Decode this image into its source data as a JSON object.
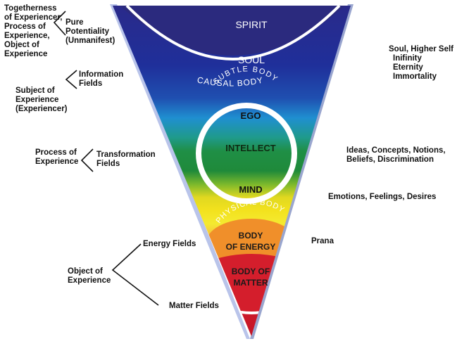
{
  "center_labels": {
    "spirit": "SPIRIT",
    "soul": "SOUL",
    "causal_body": "CAUSAL BODY",
    "subtle_body": "SUBTLE BODY",
    "ego": "EGO",
    "intellect": "INTELLECT",
    "mind": "MIND",
    "physical_body": "PHYSICAL BODY",
    "body_of_energy": [
      "BODY",
      "OF ENERGY"
    ],
    "body_of_matter": [
      "BODY OF",
      "MATTER"
    ]
  },
  "left_labels": {
    "togetherness": [
      "Togetherness",
      "of Experiencer,",
      "Process of",
      "Experience,",
      "Object of",
      "Experience"
    ],
    "pure_potentiality": [
      "Pure",
      "Potentiality",
      "(Unmanifest)"
    ],
    "information_fields": [
      "Information",
      "Fields"
    ],
    "subject_of_experience": [
      "Subject of",
      "Experience",
      "(Experiencer)"
    ],
    "process_of_experience": [
      "Process of",
      "Experience"
    ],
    "transformation_fields": [
      "Transformation",
      "Fields"
    ],
    "energy_fields": "Energy Fields",
    "object_of_experience": [
      "Object of",
      "Experience"
    ],
    "matter_fields": "Matter Fields"
  },
  "right_labels": {
    "soul_higher_self": [
      "Soul, Higher Self",
      "Inifinity",
      "Eternity",
      "Immortality"
    ],
    "ideas_concepts": [
      "Ideas, Concepts, Notions,",
      "Beliefs, Discrimination"
    ],
    "emotions": "Emotions, Feelings, Desires",
    "prana": "Prana"
  },
  "colors": {
    "band_navy": "#1f2f86",
    "band_blue": "#1f55b8",
    "band_sky": "#1f8fd0",
    "band_green": "#1f8f46",
    "band_yellow": "#f3e21e",
    "band_orange": "#f39a2a",
    "band_red": "#d61f2e",
    "ring": "#ffffff",
    "text_dark": "#111111"
  }
}
